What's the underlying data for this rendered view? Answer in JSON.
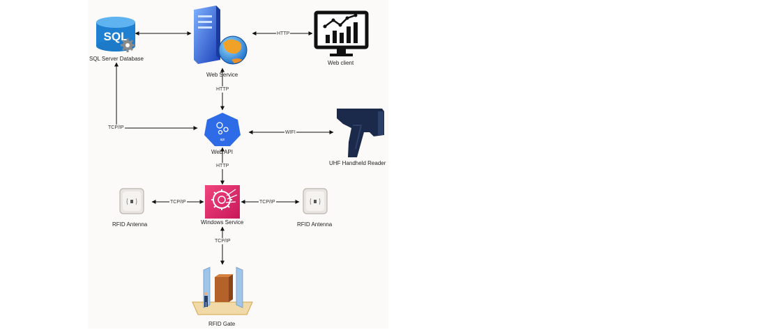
{
  "nodes": {
    "sql_db": "SQL Server Database",
    "sql_db_icon_text": "SQL",
    "web_service": "Web Service",
    "web_client": "Web client",
    "web_api": "Web API",
    "web_api_icon_text": "api",
    "handheld": "UHF Handheld Reader",
    "windows_service": "Windows Service",
    "antenna_left": "RFID Antenna",
    "antenna_right": "RFID Antenna",
    "gate": "RFID Gate"
  },
  "edges": {
    "sql_to_web_service": "",
    "web_service_to_client": "HTTP",
    "web_service_to_api": "HTTP",
    "sql_to_api": "TCP/IP",
    "api_to_handheld": "WIFI",
    "api_to_windows_service": "HTTP",
    "antenna_left_to_ws": "TCP/IP",
    "ws_to_antenna_right": "TCP/IP",
    "ws_to_gate": "TCP/IP"
  },
  "colors": {
    "sql_blue": "#1f7fd0",
    "server_blue": "#2a5fd8",
    "api_blue": "#2e6be6",
    "ws_pink": "#e5336e",
    "monitor_black": "#111111",
    "handheld_navy": "#1b2a4a"
  }
}
